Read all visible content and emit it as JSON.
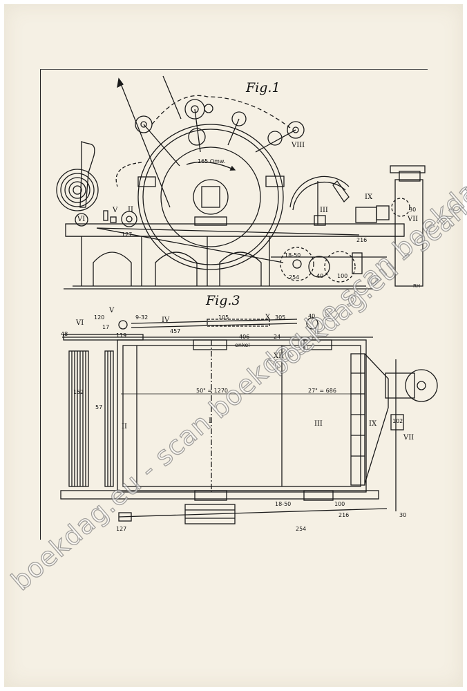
{
  "figures": [
    {
      "title": "Fig.1"
    },
    {
      "title": "Fig.3"
    }
  ],
  "fig1_labels": {
    "cylinder": "165 Omw.",
    "roman": [
      "V",
      "II",
      "III",
      "VII",
      "VIII",
      "IX",
      "VI"
    ],
    "numbers": [
      "127",
      "216",
      "30",
      "18-50",
      "254",
      "40",
      "100"
    ]
  },
  "fig3_labels": {
    "top_roman": [
      "VI",
      "V",
      "IV",
      "X",
      "XII",
      "IX",
      "VII"
    ],
    "top_numbers": [
      "120",
      "9-32",
      "105",
      "305",
      "48",
      "17",
      "119",
      "457",
      "406",
      "24",
      "40"
    ],
    "note": "enkel",
    "dims": [
      "152",
      "57",
      "50\" = 1270",
      "27\" = 686"
    ],
    "sections": [
      "II",
      "I",
      "III"
    ],
    "side": "102",
    "bottom_numbers": [
      "127",
      "18-50",
      "100",
      "216",
      "254",
      "30"
    ]
  },
  "initials": "RH",
  "watermark": "boekdag.eu - scan boekdag.be scan boekdag"
}
